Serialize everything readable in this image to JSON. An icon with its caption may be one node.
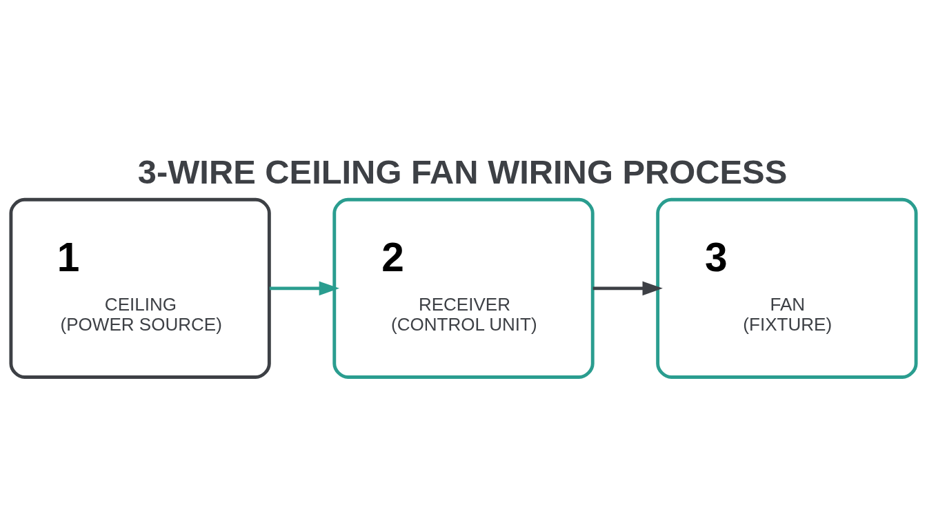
{
  "diagram": {
    "title": "3-WIRE CEILING FAN WIRING PROCESS",
    "nodes": [
      {
        "text": [
          "1",
          "CEILING (POWER SOURCE)"
        ]
      },
      {
        "text": [
          "2",
          "RECEIVER (CONTROL UNIT)"
        ]
      },
      {
        "text": [
          "3",
          "FAN (FIXTURE)"
        ]
      }
    ],
    "edges": [
      {
        "from": 0,
        "to": 1,
        "arrow": "to",
        "color": "#2a9d8f"
      },
      {
        "from": 1,
        "to": 2,
        "arrow": "to",
        "color": "#3d4045"
      }
    ]
  }
}
